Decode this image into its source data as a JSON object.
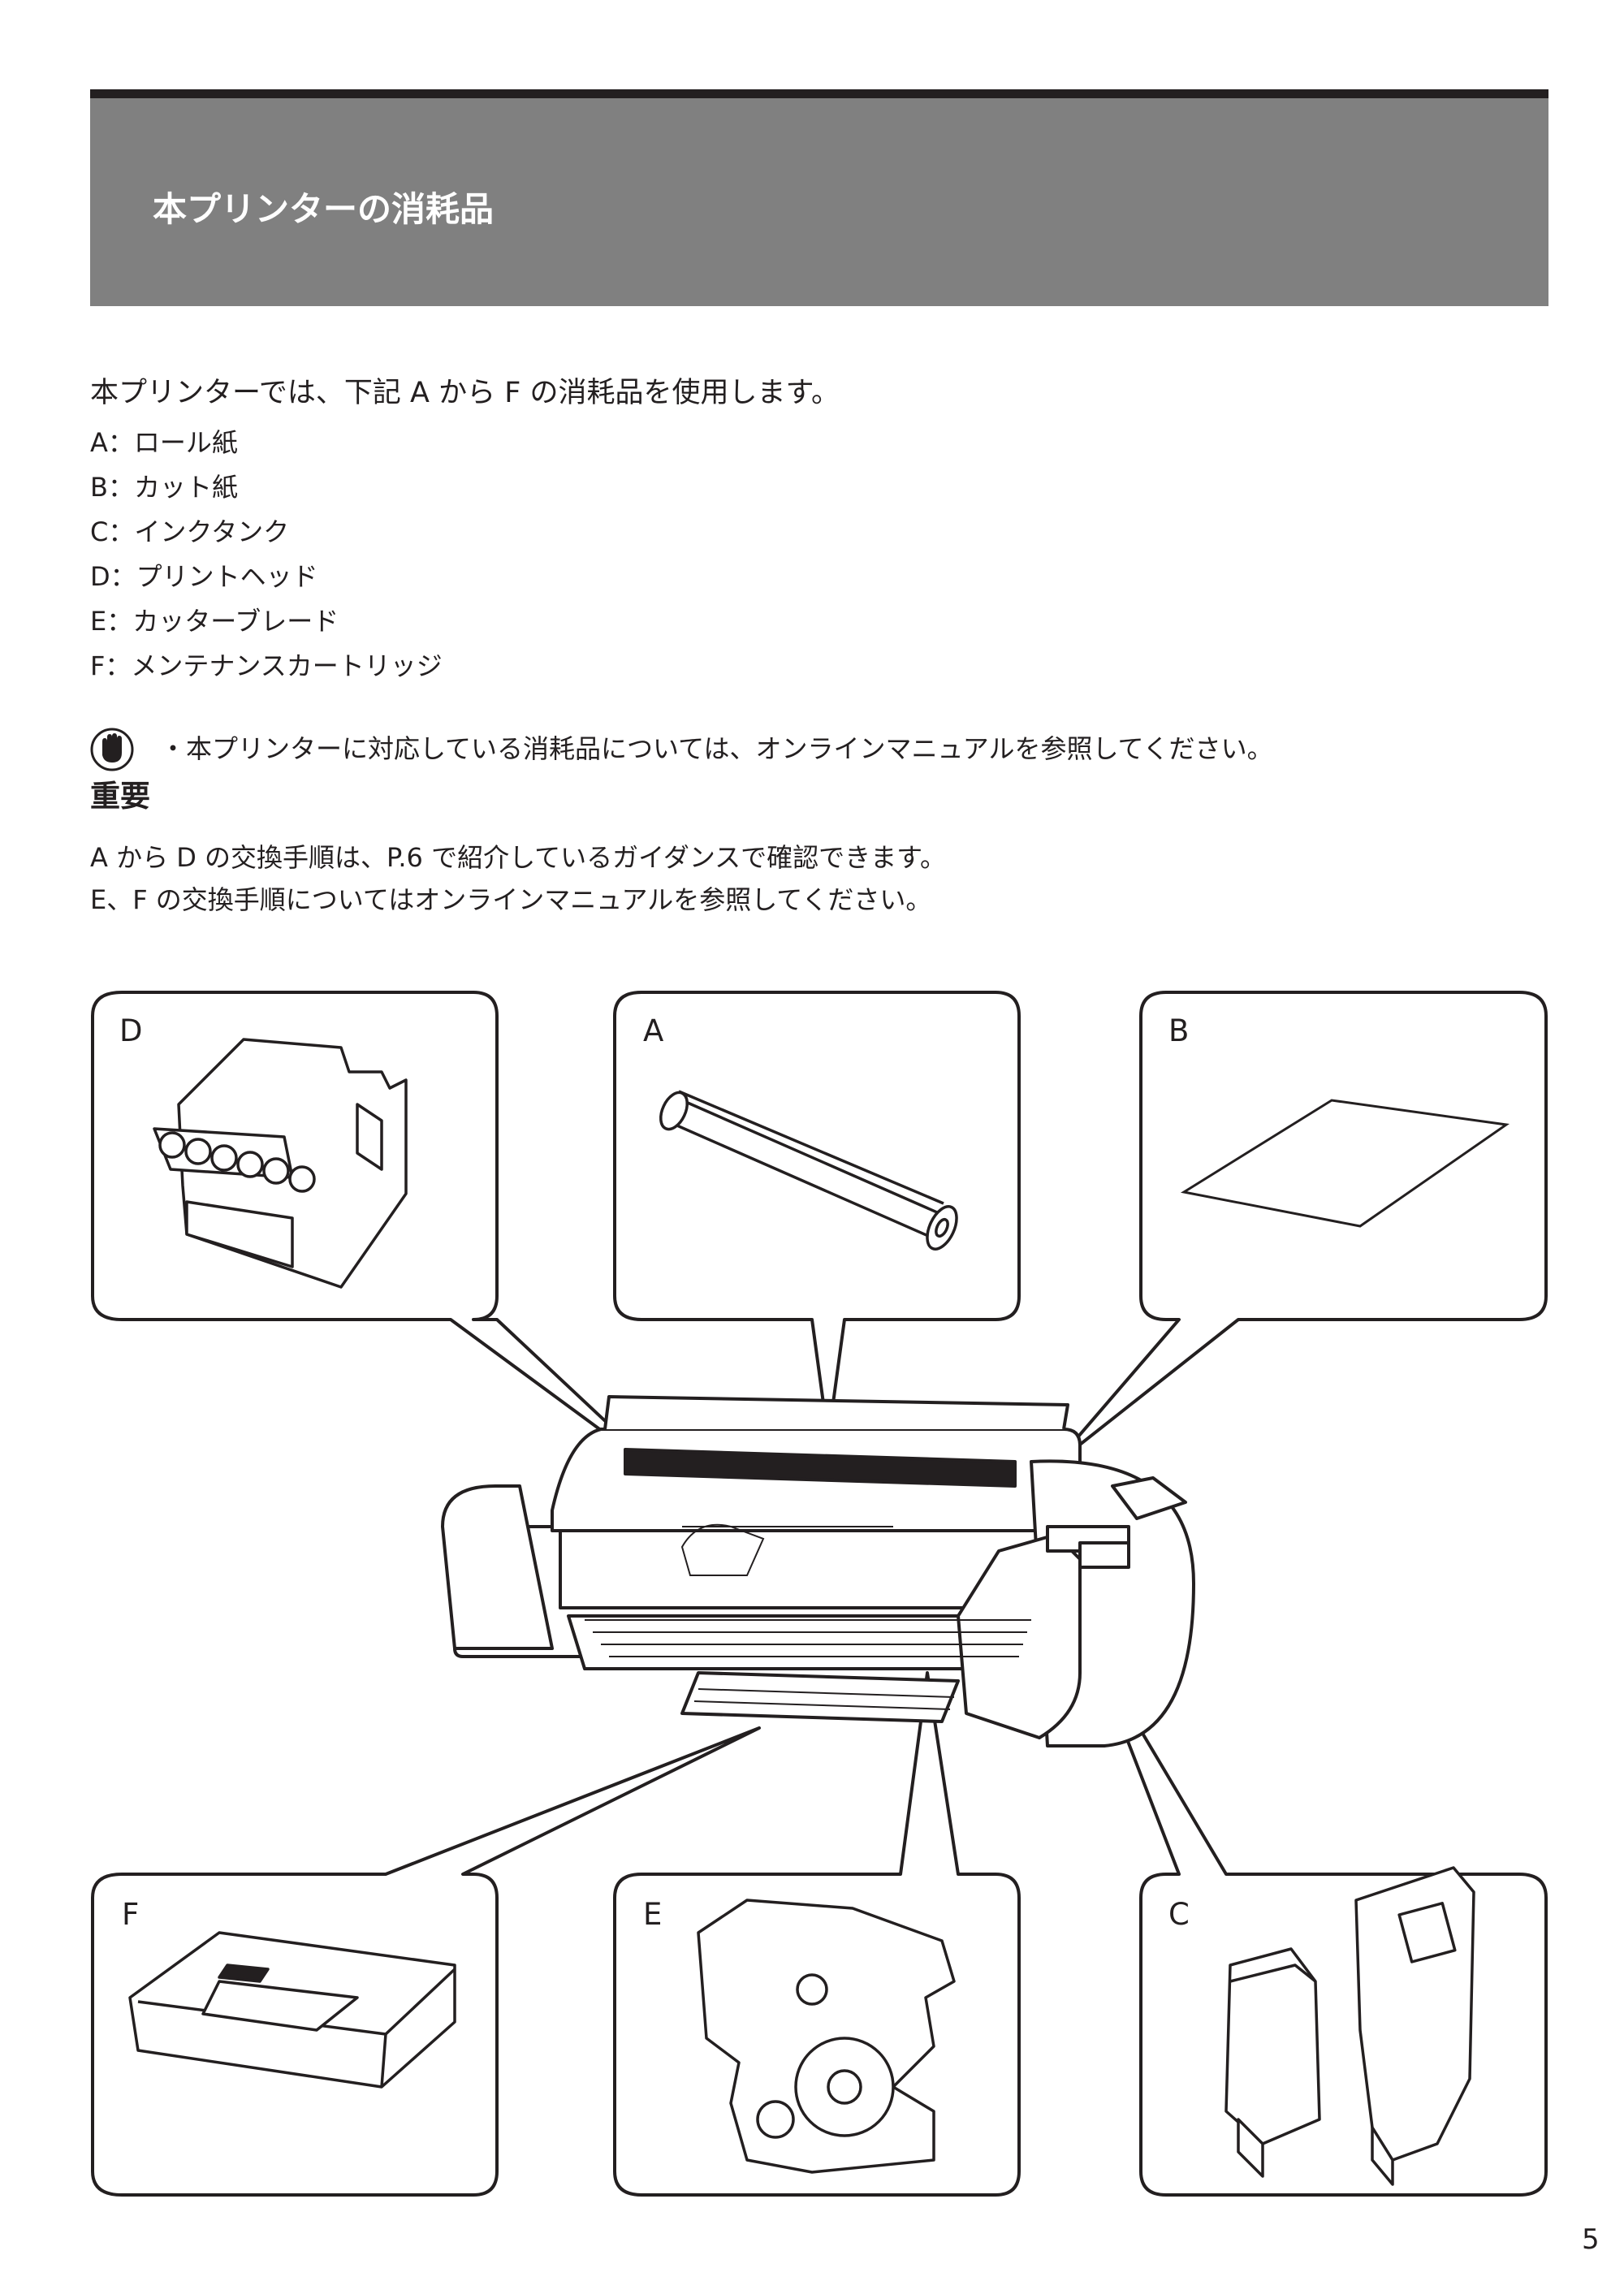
{
  "header": {
    "title": "本プリンターの消耗品"
  },
  "intro": "本プリンターでは、下記 A から F の消耗品を使用します。",
  "items": [
    "A：ロール紙",
    "B：カット紙",
    "C：インクタンク",
    "D：プリントヘッド",
    "E：カッターブレード",
    "F：メンテナンスカートリッジ"
  ],
  "important": {
    "label": "重要",
    "text": "・本プリンターに対応している消耗品については、オンラインマニュアルを参照してください。",
    "icon": "hand-stop-icon"
  },
  "body": [
    "A から D の交換手順は、P.6 で紹介しているガイダンスで確認できます。",
    "E、F の交換手順についてはオンラインマニュアルを参照してください。"
  ],
  "callouts": {
    "d": "D",
    "a": "A",
    "b": "B",
    "f": "F",
    "e": "E",
    "c": "C"
  },
  "page_number": "5"
}
